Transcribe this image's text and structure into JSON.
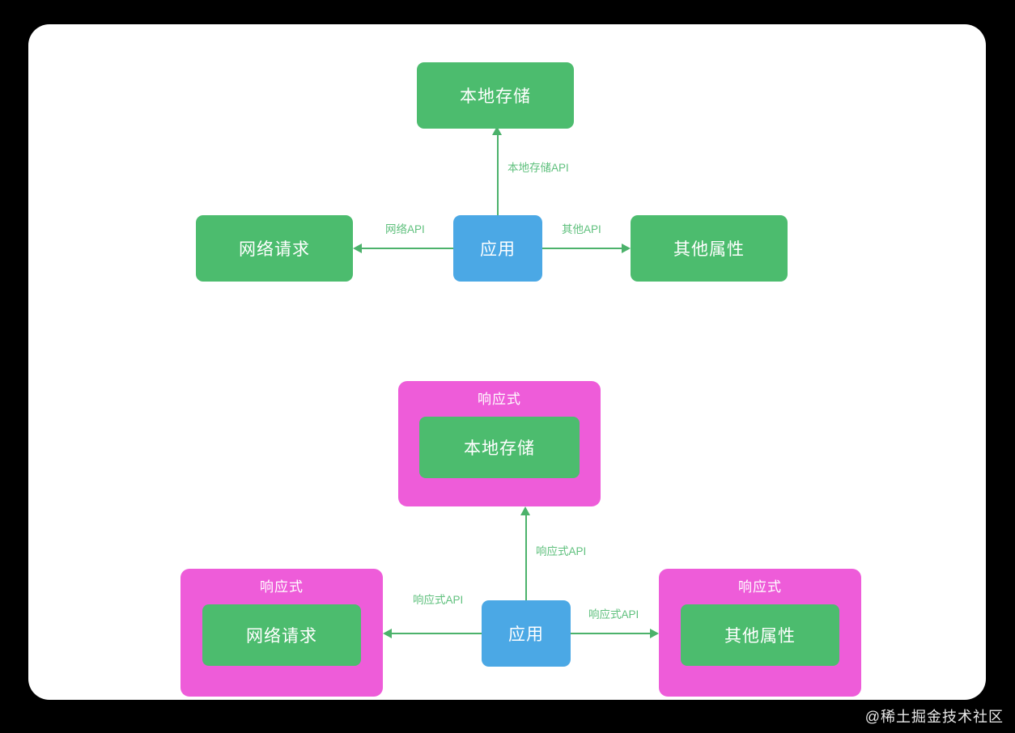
{
  "diagram": {
    "title": "",
    "colors": {
      "green": "#4CBC6E",
      "blue": "#4BA8E5",
      "pink": "#EE5CD9",
      "line": "#4CB26B",
      "label": "#5FC07D",
      "canvas": "#FFFFFF",
      "backdrop": "#000000"
    },
    "top_section": {
      "center_node": {
        "label": "应用",
        "kind": "blue"
      },
      "top_node": {
        "label": "本地存储",
        "kind": "green"
      },
      "left_node": {
        "label": "网络请求",
        "kind": "green"
      },
      "right_node": {
        "label": "其他属性",
        "kind": "green"
      },
      "edges": [
        {
          "from": "应用",
          "to": "本地存储",
          "label": "本地存储API",
          "direction": "up"
        },
        {
          "from": "应用",
          "to": "网络请求",
          "label": "网络API",
          "direction": "left"
        },
        {
          "from": "应用",
          "to": "其他属性",
          "label": "其他API",
          "direction": "right"
        }
      ]
    },
    "bottom_section": {
      "center_node": {
        "label": "应用",
        "kind": "blue"
      },
      "top_group": {
        "group_label": "响应式",
        "label": "本地存储",
        "kind": "green"
      },
      "left_group": {
        "group_label": "响应式",
        "label": "网络请求",
        "kind": "green"
      },
      "right_group": {
        "group_label": "响应式",
        "label": "其他属性",
        "kind": "green"
      },
      "edges": [
        {
          "from": "应用",
          "to": "本地存储",
          "label": "响应式API",
          "direction": "up"
        },
        {
          "from": "应用",
          "to": "网络请求",
          "label": "响应式API",
          "direction": "left"
        },
        {
          "from": "应用",
          "to": "其他属性",
          "label": "响应式API",
          "direction": "right"
        }
      ]
    }
  },
  "watermark": {
    "text": "@稀土掘金技术社区"
  }
}
